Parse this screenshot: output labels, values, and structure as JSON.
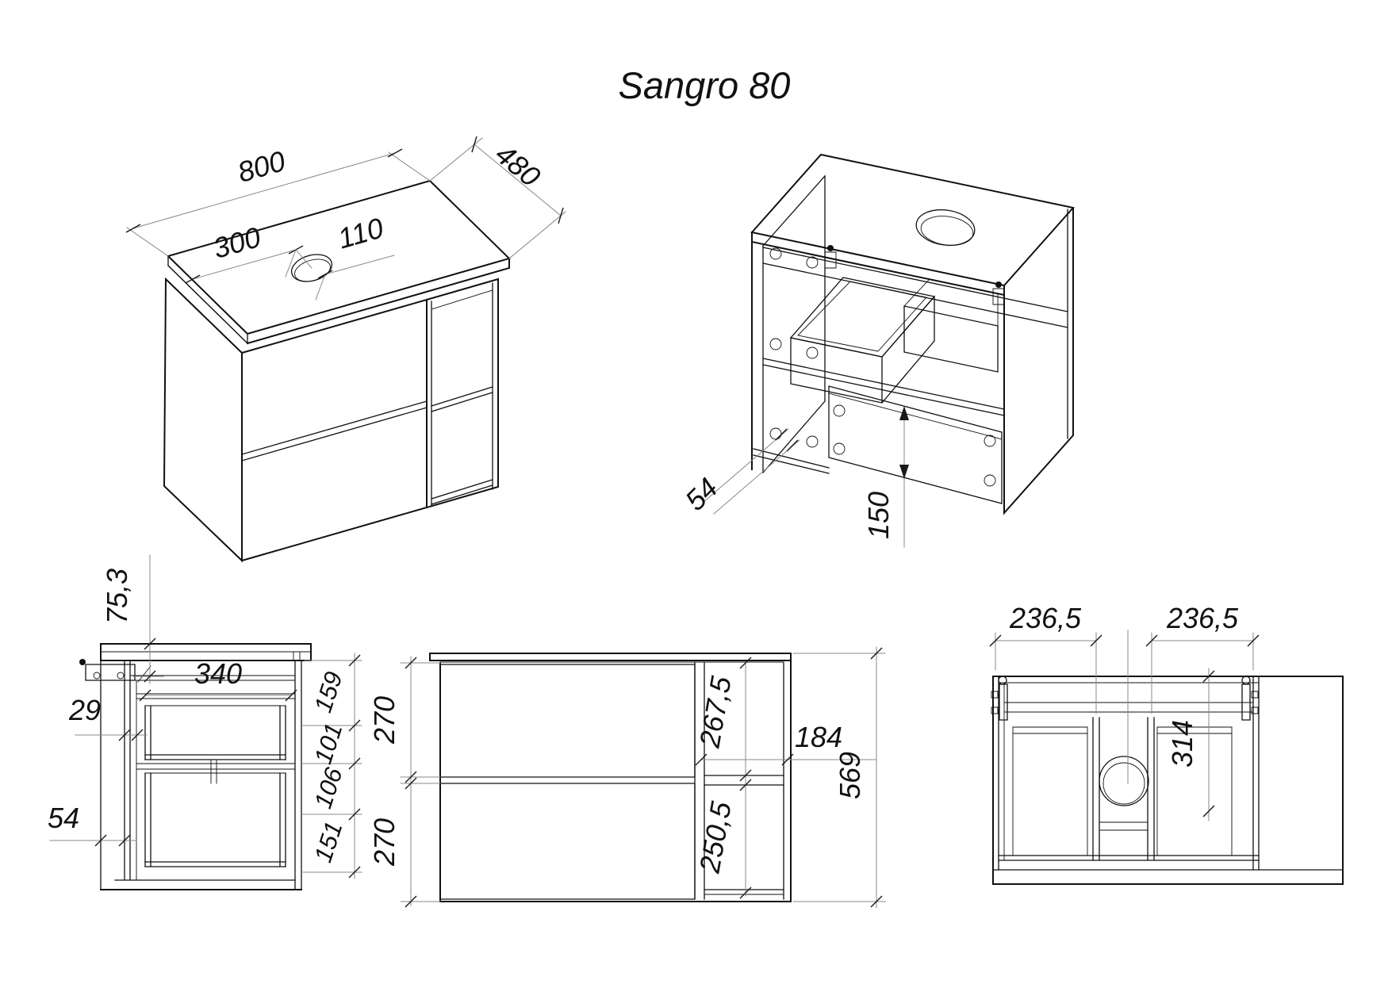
{
  "title": "Sangro 80",
  "palette": {
    "background": "#ffffff",
    "line": "#111111",
    "dim_line": "#8a8a8a"
  },
  "views": {
    "iso_front": {
      "label": "isometric front view",
      "dims": {
        "width": "800",
        "depth": "480",
        "hole_offset": "300",
        "hole_diameter": "110"
      }
    },
    "iso_back": {
      "label": "isometric back view",
      "dims": {
        "wall_gap": "54",
        "back_rail_height": "150"
      }
    },
    "side_section": {
      "label": "side section view",
      "dims": {
        "top_to_bracket": "75,3",
        "inner_depth": "340",
        "back_clearance": "29",
        "bottom_back_gap": "54",
        "zone_top": "159",
        "zone_upper_drawer": "101",
        "zone_middle": "106",
        "zone_lower_drawer": "151"
      }
    },
    "front": {
      "label": "front view",
      "dims": {
        "upper_drawer_height": "270",
        "lower_drawer_height": "270",
        "upper_niche_height": "267,5",
        "lower_niche_height": "250,5",
        "niche_width": "184",
        "total_height": "569"
      }
    },
    "plan": {
      "label": "top view",
      "dims": {
        "left_segment": "236,5",
        "right_segment": "236,5",
        "inner_depth": "314"
      }
    }
  }
}
